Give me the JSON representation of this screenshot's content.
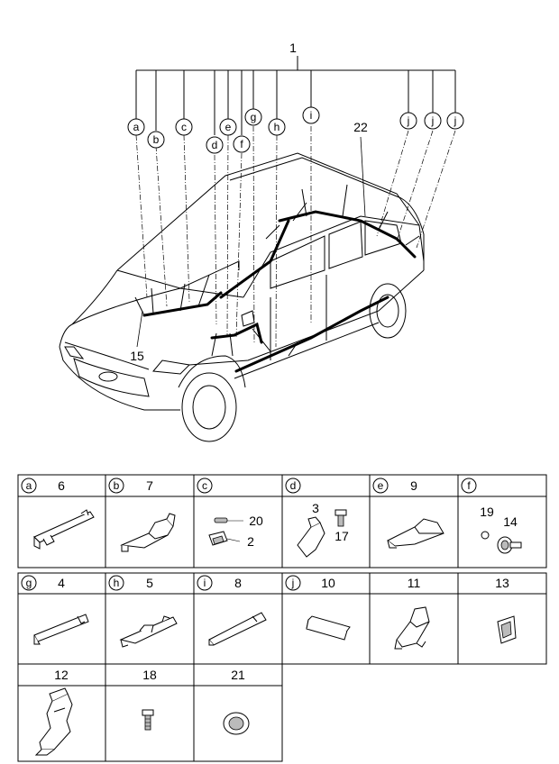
{
  "assembly_number": "1",
  "callouts": [
    "a",
    "b",
    "c",
    "d",
    "e",
    "f",
    "g",
    "h",
    "i",
    "j",
    "j",
    "j"
  ],
  "vehicle_labels": {
    "front_harness": "15",
    "rear_harness": "22"
  },
  "cells": [
    {
      "letter": "a",
      "part": "6"
    },
    {
      "letter": "b",
      "part": "7"
    },
    {
      "letter": "c",
      "part": "",
      "subparts": [
        "20",
        "2"
      ]
    },
    {
      "letter": "d",
      "part": "",
      "subparts": [
        "3",
        "17"
      ]
    },
    {
      "letter": "e",
      "part": "9"
    },
    {
      "letter": "f",
      "part": "",
      "subparts": [
        "19",
        "14"
      ]
    },
    {
      "letter": "g",
      "part": "4"
    },
    {
      "letter": "h",
      "part": "5"
    },
    {
      "letter": "i",
      "part": "8"
    },
    {
      "letter": "j",
      "part": "10"
    },
    {
      "letter": "",
      "part": "11"
    },
    {
      "letter": "",
      "part": "13"
    },
    {
      "letter": "",
      "part": "12"
    },
    {
      "letter": "",
      "part": "18"
    },
    {
      "letter": "",
      "part": "21"
    }
  ]
}
